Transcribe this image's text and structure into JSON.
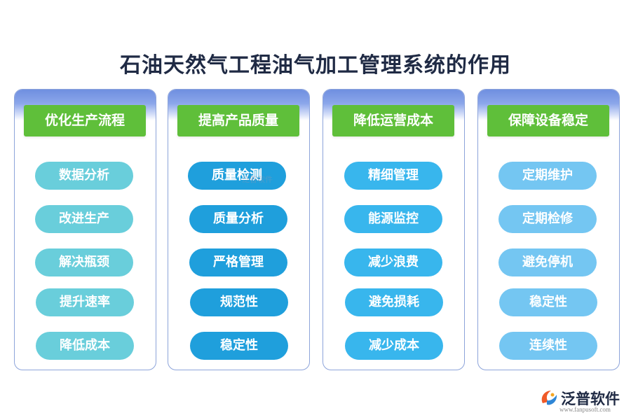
{
  "title": "石油天然气工程油气加工管理系统的作用",
  "columns": [
    {
      "header": "优化生产流程",
      "items": [
        "数据分析",
        "改进生产",
        "解决瓶颈",
        "提升速率",
        "降低成本"
      ]
    },
    {
      "header": "提高产品质量",
      "items": [
        "质量检测",
        "质量分析",
        "严格管理",
        "规范性",
        "稳定性"
      ]
    },
    {
      "header": "降低运营成本",
      "items": [
        "精细管理",
        "能源监控",
        "减少浪费",
        "避免损耗",
        "减少成本"
      ]
    },
    {
      "header": "保障设备稳定",
      "items": [
        "定期维护",
        "定期检修",
        "避免停机",
        "稳定性",
        "连续性"
      ]
    }
  ],
  "watermark": "泛普软件",
  "logo": {
    "name": "泛普软件",
    "url": "www.fanpusoft.com"
  },
  "colors": {
    "header_green": "#5fbf3a",
    "col1_pill": "#69cedb",
    "col2_pill": "#1f9fdc",
    "col3_pill": "#38b6ed",
    "col4_pill": "#74c6f2",
    "column_border": "#8da4da"
  }
}
